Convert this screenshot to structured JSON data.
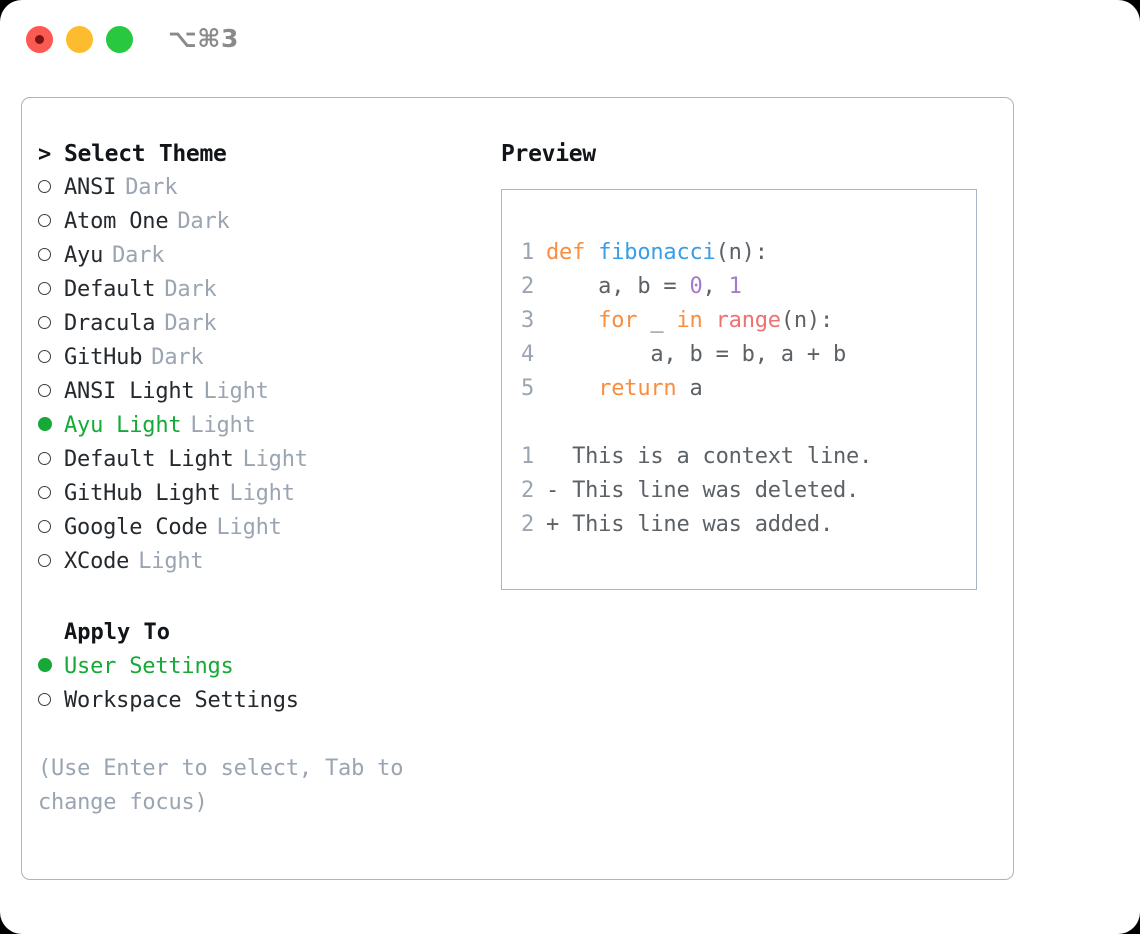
{
  "titlebar": {
    "shortcut": "⌥⌘3",
    "lights": [
      "close-red",
      "minimize-yellow",
      "zoom-green"
    ]
  },
  "theme_picker": {
    "header": "Select Theme",
    "header_marker": ">",
    "options": [
      {
        "marker": "○",
        "label": "ANSI",
        "tag": "Dark",
        "selected": false
      },
      {
        "marker": "○",
        "label": "Atom One",
        "tag": "Dark",
        "selected": false
      },
      {
        "marker": "○",
        "label": "Ayu",
        "tag": "Dark",
        "selected": false
      },
      {
        "marker": "○",
        "label": "Default",
        "tag": "Dark",
        "selected": false
      },
      {
        "marker": "○",
        "label": "Dracula",
        "tag": "Dark",
        "selected": false
      },
      {
        "marker": "○",
        "label": "GitHub",
        "tag": "Dark",
        "selected": false
      },
      {
        "marker": "○",
        "label": "ANSI Light",
        "tag": "Light",
        "selected": false
      },
      {
        "marker": "●",
        "label": "Ayu Light",
        "tag": "Light",
        "selected": true
      },
      {
        "marker": "○",
        "label": "Default Light",
        "tag": "Light",
        "selected": false
      },
      {
        "marker": "○",
        "label": "GitHub Light",
        "tag": "Light",
        "selected": false
      },
      {
        "marker": "○",
        "label": "Google Code",
        "tag": "Light",
        "selected": false
      },
      {
        "marker": "○",
        "label": "XCode",
        "tag": "Light",
        "selected": false
      }
    ]
  },
  "apply_to": {
    "title": "Apply To",
    "options": [
      {
        "marker": "●",
        "label": "User Settings",
        "selected": true
      },
      {
        "marker": "○",
        "label": "Workspace Settings",
        "selected": false
      }
    ]
  },
  "hint": "(Use Enter to select, Tab to change focus)",
  "preview": {
    "title": "Preview",
    "code_lines": [
      {
        "num": "1",
        "tokens": [
          {
            "t": "def",
            "c": "keyword"
          },
          {
            "t": " ",
            "c": "plain"
          },
          {
            "t": "fibonacci",
            "c": "function"
          },
          {
            "t": "(n):",
            "c": "punct"
          }
        ]
      },
      {
        "num": "2",
        "tokens": [
          {
            "t": "    a, b = ",
            "c": "plain"
          },
          {
            "t": "0",
            "c": "number"
          },
          {
            "t": ", ",
            "c": "punct"
          },
          {
            "t": "1",
            "c": "number"
          }
        ]
      },
      {
        "num": "3",
        "tokens": [
          {
            "t": "    ",
            "c": "plain"
          },
          {
            "t": "for",
            "c": "keyword"
          },
          {
            "t": " _ ",
            "c": "plain"
          },
          {
            "t": "in",
            "c": "keyword"
          },
          {
            "t": " ",
            "c": "plain"
          },
          {
            "t": "range",
            "c": "builtin"
          },
          {
            "t": "(n):",
            "c": "punct"
          }
        ]
      },
      {
        "num": "4",
        "tokens": [
          {
            "t": "        a, b = b, a + b",
            "c": "plain"
          }
        ]
      },
      {
        "num": "5",
        "tokens": [
          {
            "t": "    ",
            "c": "plain"
          },
          {
            "t": "return",
            "c": "keyword"
          },
          {
            "t": " a",
            "c": "plain"
          }
        ]
      }
    ],
    "diff_lines": [
      {
        "num": "1",
        "prefix": "  ",
        "text": "This is a context line.",
        "kind": "context"
      },
      {
        "num": "2",
        "prefix": "- ",
        "text": "This line was deleted.",
        "kind": "deleted"
      },
      {
        "num": "2",
        "prefix": "+ ",
        "text": "This line was added.",
        "kind": "added"
      }
    ]
  },
  "colors": {
    "accent_green": "#16a937",
    "muted": "#9aa5b1",
    "border": "#aab4c4",
    "keyword": "#fa8d3e",
    "function": "#399ee6",
    "number": "#a37acc",
    "builtin": "#f07171",
    "diff_deleted": "#c21f17",
    "diff_added": "#12c023",
    "traffic_red": "#fb5a52",
    "traffic_yellow": "#fdbc2e",
    "traffic_green": "#28c840"
  }
}
